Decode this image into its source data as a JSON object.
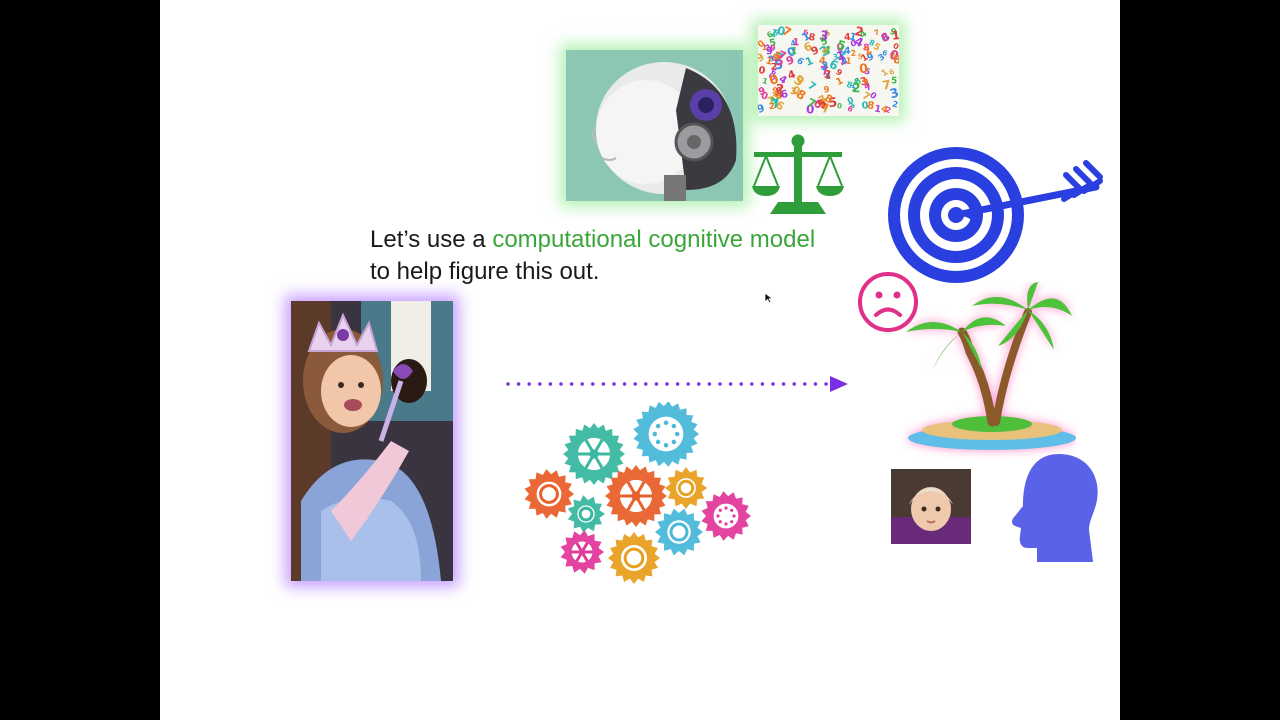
{
  "caption": {
    "line1_pre": "Let’s use a ",
    "line1_highlight": "computational cognitive model",
    "line2": "to help figure this out."
  },
  "colors": {
    "background_letterbox": "#000000",
    "slide": "#ffffff",
    "highlight_text": "#3aa63a",
    "arrow": "#7a2fe0",
    "target": "#2a3fe0",
    "scale": "#2f9e3a",
    "sad_face": "#e0308a",
    "head_silhouette": "#5a62e8"
  },
  "icons": [
    "robot-child-image",
    "numbers-confetti-image",
    "balance-scale-icon",
    "target-arrow-icon",
    "sad-face-icon",
    "palm-island-icon",
    "baby-photo-image",
    "head-silhouette-icon",
    "princess-child-photo",
    "dotted-arrow-icon",
    "gears-cluster-icon",
    "mouse-cursor-icon"
  ]
}
